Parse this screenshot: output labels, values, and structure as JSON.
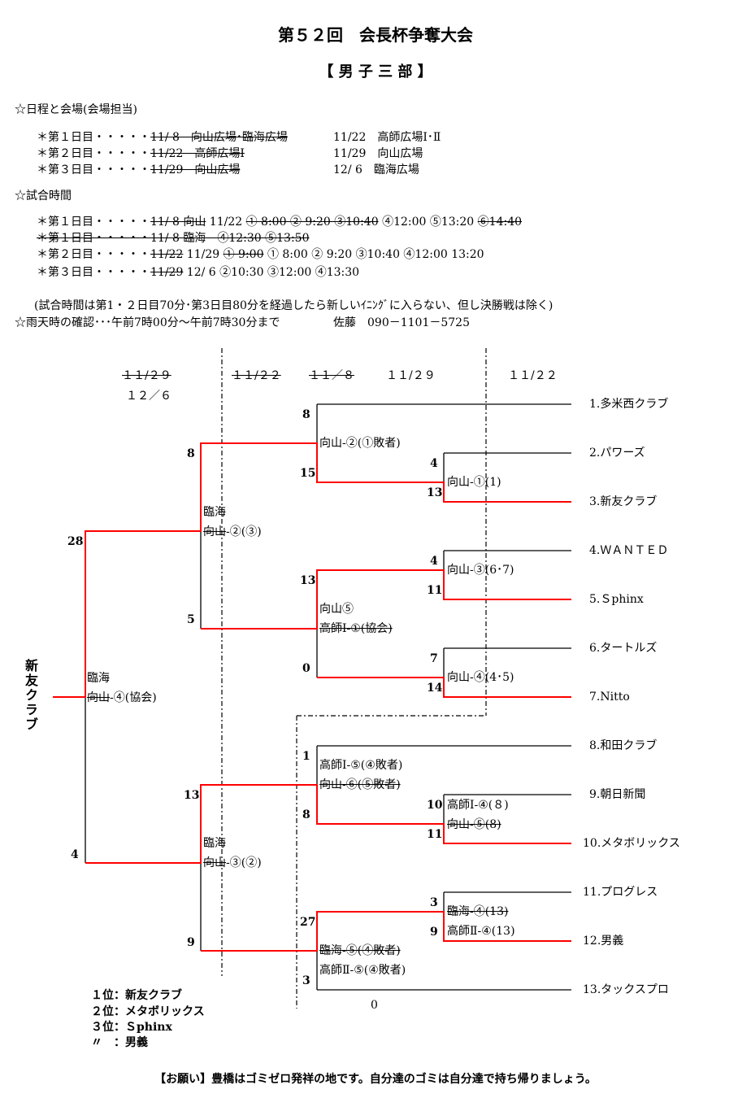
{
  "title": "第５２回　会長杯争奪大会",
  "subtitle": "【 男 子 三 部 】",
  "schedule": {
    "heading": "☆日程と会場(会場担当)",
    "rows": [
      {
        "label": "＊第１日目・・・・・",
        "old": "11/ 8　向山広場･臨海広場",
        "new": "11/22　高師広場Ⅰ･Ⅱ"
      },
      {
        "label": "＊第２日目・・・・・",
        "old": "11/22　高師広場Ⅰ",
        "new": "11/29　向山広場"
      },
      {
        "label": "＊第３日目・・・・・",
        "old": "11/29　向山広場",
        "new": "12/ 6　臨海広場"
      }
    ]
  },
  "times": {
    "heading": "☆試合時間",
    "row1": {
      "label": "＊第１日目・・・・・",
      "old1": "11/ 8 向山",
      "mid": " 11/22 ",
      "old2": "① 8:00 ② 9:20 ③10:40",
      "mid2": " ④12:00 ⑤13:20 ",
      "old3": "⑥14:40"
    },
    "row2": {
      "struck": "＊第１日目・・・・・11/ 8 臨海　④12:30 ⑤13:50"
    },
    "row3": {
      "label": "＊第２日目・・・・・",
      "old1": "11/22",
      "mid": " 11/29 ",
      "old2": "① 9:00",
      "rest": " ① 8:00 ② 9:20 ③10:40 ④12:00 13:20"
    },
    "row4": {
      "label": "＊第３日目・・・・・",
      "old1": "11/29",
      "rest": " 12/ 6 ②10:30 ③12:00 ④13:30"
    },
    "note": "(試合時間は第1・２日目70分･第3日目80分を経過したら新しいｲﾆﾝｸﾞに入らない、但し決勝戦は除く)",
    "rain": "☆雨天時の確認･･･午前7時00分～午前7時30分まで",
    "contact": "佐藤　090－1101－5725"
  },
  "dates": {
    "d1_old": "１１/２９",
    "d1_new": "１２／６",
    "d2_old": "１１/２２",
    "d3_old": "１１／８",
    "d3_new": "１１/２９",
    "d4": "１１/２２"
  },
  "teams": [
    "1.多米西クラブ",
    "2.パワーズ",
    "3.新友クラブ",
    "4.ＷＡＮＴＥＤ",
    "5.Ｓphinx",
    "6.タートルズ",
    "7.Nitto",
    "8.和田クラブ",
    "9.朝日新聞",
    "10.メタボリックス",
    "11.プログレス",
    "12.男義",
    "13.タックスプロ"
  ],
  "champion": "新友クラブ",
  "matches": {
    "m23": {
      "label": "向山-①(1)",
      "s1": "4",
      "s2": "13"
    },
    "m1": {
      "label": "向山-②(①敗者)",
      "s1": "8",
      "s2": "15"
    },
    "m45": {
      "label": "向山-③(6･7)",
      "s1": "4",
      "s2": "11"
    },
    "m67": {
      "label": "向山-④(4･5)",
      "s1": "7",
      "s2": "14"
    },
    "m4567": {
      "line1": "向山⑤",
      "line2": "高師Ⅰ-①(協会)",
      "s1": "13",
      "s2": "0"
    },
    "sfA": {
      "line1": "臨海",
      "line2a": "向山",
      "line2b": "-②(③)",
      "s1": "8",
      "s2": "5"
    },
    "m910": {
      "line1": "高師Ⅰ-④(８)",
      "line2": "向山-⑤(8)",
      "s1": "10",
      "s2": "11"
    },
    "m8": {
      "line1": "高師Ⅰ-⑤(④敗者)",
      "line2": "向山-⑥(⑤敗者)",
      "s1": "1",
      "s2": "8"
    },
    "m1112": {
      "line1": "臨海-④(13)",
      "line2": "高師Ⅱ-④(13)",
      "s1": "3",
      "s2": "9"
    },
    "m13": {
      "line1": "臨海-⑤(④敗者)",
      "line2": "高師Ⅱ-⑤(④敗者)",
      "s1": "27",
      "s2": "3"
    },
    "sfB": {
      "line1": "臨海",
      "line2a": "向山",
      "line2b": "-③(②)",
      "s1": "13",
      "s2": "9"
    },
    "final": {
      "line1": "臨海",
      "line2a": "向山",
      "line2b": "-④(協会)",
      "s1": "28",
      "s2": "4"
    },
    "stray": "0"
  },
  "results": [
    "１位：新友クラブ",
    "２位：メタボリックス",
    "３位：Ｓphinx",
    "〃　：男義"
  ],
  "footer": "【お願い】豊橋はゴミゼロ発祥の地です。自分達のゴミは自分達で持ち帰りましょう。",
  "colors": {
    "winner": "#ff0000",
    "line": "#000000"
  }
}
